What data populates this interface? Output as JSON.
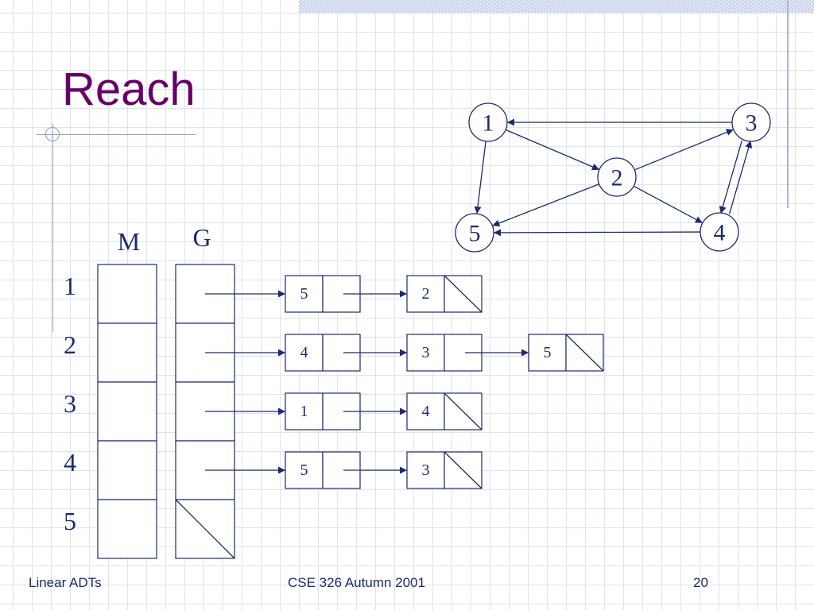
{
  "slide": {
    "title": "Reach",
    "footer_left": "Linear ADTs",
    "footer_center": "CSE 326 Autumn 2001",
    "footer_right": "20"
  },
  "colors": {
    "title": "#660066",
    "ink": "#1f2a6b",
    "grid": "#dfe3ee"
  },
  "graph": {
    "nodes": [
      {
        "id": "1",
        "label": "1"
      },
      {
        "id": "2",
        "label": "2"
      },
      {
        "id": "3",
        "label": "3"
      },
      {
        "id": "4",
        "label": "4"
      },
      {
        "id": "5",
        "label": "5"
      }
    ],
    "edges": [
      {
        "from": "3",
        "to": "1"
      },
      {
        "from": "1",
        "to": "2"
      },
      {
        "from": "1",
        "to": "5"
      },
      {
        "from": "2",
        "to": "3"
      },
      {
        "from": "2",
        "to": "5"
      },
      {
        "from": "2",
        "to": "4"
      },
      {
        "from": "3",
        "to": "4"
      },
      {
        "from": "4",
        "to": "3"
      },
      {
        "from": "4",
        "to": "5"
      }
    ]
  },
  "arrays": {
    "m_label": "M",
    "g_label": "G",
    "row_labels": [
      "1",
      "2",
      "3",
      "4",
      "5"
    ]
  },
  "adjacency_lists": [
    {
      "row": "1",
      "values": [
        "5",
        "2"
      ]
    },
    {
      "row": "2",
      "values": [
        "4",
        "3",
        "5"
      ]
    },
    {
      "row": "3",
      "values": [
        "1",
        "4"
      ]
    },
    {
      "row": "4",
      "values": [
        "5",
        "3"
      ]
    },
    {
      "row": "5",
      "values": []
    }
  ]
}
